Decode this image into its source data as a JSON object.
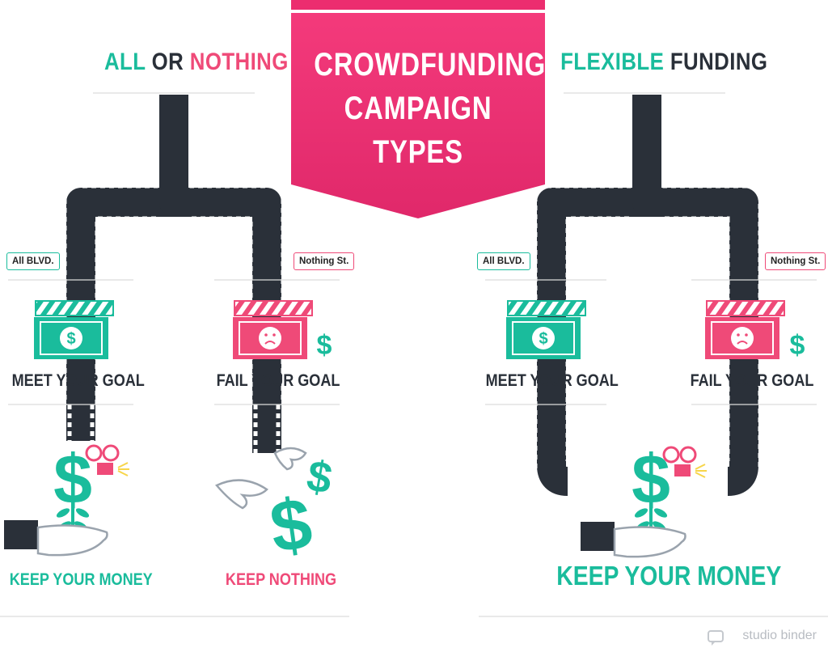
{
  "banner": {
    "lines": [
      "CROWDFUNDING",
      "CAMPAIGN",
      "TYPES"
    ]
  },
  "left": {
    "heading_part1": "ALL",
    "heading_part2": "OR",
    "heading_part3": "NOTHING",
    "sign_left": "All BLVD.",
    "sign_right": "Nothing St.",
    "meet_label": "MEET YOUR GOAL",
    "fail_label": "FAIL YOUR GOAL",
    "result_meet": "KEEP YOUR MONEY",
    "result_fail": "KEEP NOTHING"
  },
  "right": {
    "heading_part1": "FLEXIBLE",
    "heading_part2": "FUNDING",
    "sign_left": "All BLVD.",
    "sign_right": "Nothing St.",
    "meet_label": "MEET YOUR GOAL",
    "fail_label": "FAIL YOUR GOAL",
    "result": "KEEP YOUR MONEY"
  },
  "icons": [
    "dollar-icon",
    "sad-face-icon",
    "film-reel-camera-icon",
    "hand-icon",
    "wings-icon",
    "clapperboard-icon"
  ],
  "brand": {
    "name": "studio binder"
  },
  "colors": {
    "teal": "#1abc9c",
    "pink": "#ef4a78",
    "dark": "#2a3039",
    "banner": "#ec2d6f",
    "divider": "#dcdcdc"
  }
}
